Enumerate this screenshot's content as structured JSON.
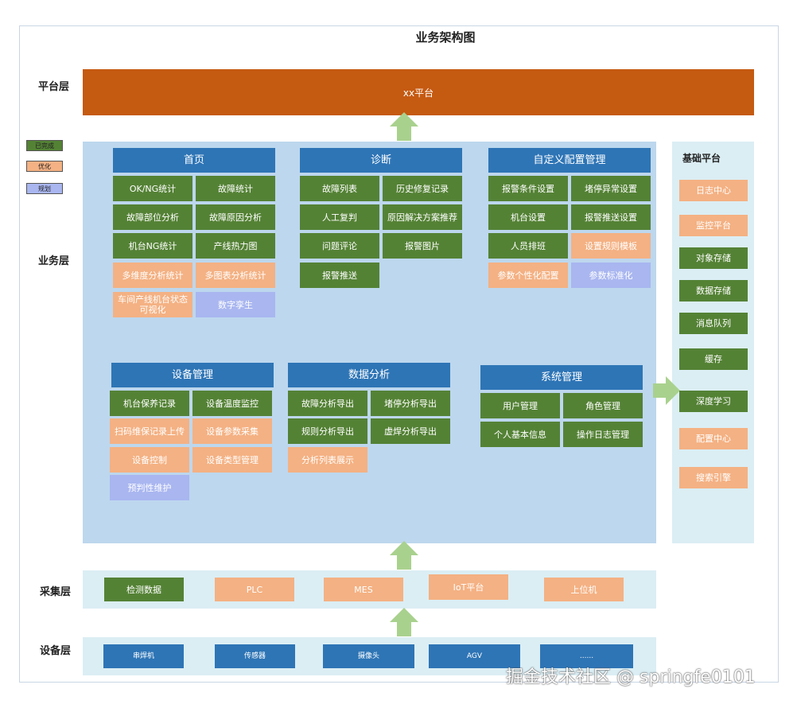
{
  "title": "业务架构图",
  "layers": {
    "platform": "平台层",
    "business": "业务层",
    "collection": "采集层",
    "device": "设备层"
  },
  "platform_bar": "xx平台",
  "legend": [
    "已完成",
    "优化",
    "规划"
  ],
  "modules": {
    "home": {
      "title": "首页",
      "items": [
        "OK/NG统计",
        "故障统计",
        "故障部位分析",
        "故障原因分析",
        "机台NG统计",
        "产线热力图",
        "多维度分析统计",
        "多图表分析统计",
        "车间产线机台状态可视化",
        "数字孪生"
      ]
    },
    "diagnosis": {
      "title": "诊断",
      "items": [
        "故障列表",
        "历史修复记录",
        "人工复判",
        "原因解决方案推荐",
        "问题评论",
        "报警图片",
        "报警推送"
      ]
    },
    "custom_config": {
      "title": "自定义配置管理",
      "items": [
        "报警条件设置",
        "堵停异常设置",
        "机台设置",
        "报警推送设置",
        "人员排班",
        "设置规则模板",
        "参数个性化配置",
        "参数标准化"
      ]
    },
    "equipment": {
      "title": "设备管理",
      "items": [
        "机台保养记录",
        "设备温度监控",
        "扫码维保记录上传",
        "设备参数采集",
        "设备控制",
        "设备类型管理",
        "预判性维护"
      ]
    },
    "data_analysis": {
      "title": "数据分析",
      "items": [
        "故障分析导出",
        "堵停分析导出",
        "规则分析导出",
        "虚焊分析导出",
        "分析列表展示"
      ]
    },
    "system": {
      "title": "系统管理",
      "items": [
        "用户管理",
        "角色管理",
        "个人基本信息",
        "操作日志管理"
      ]
    }
  },
  "base_platform": {
    "title": "基础平台",
    "items": [
      "日志中心",
      "监控平台",
      "对象存储",
      "数据存储",
      "消息队列",
      "缓存",
      "深度学习",
      "配置中心",
      "搜索引擎"
    ]
  },
  "collection_items": [
    "检测数据",
    "PLC",
    "MES",
    "IoT平台",
    "上位机"
  ],
  "device_items": [
    "串焊机",
    "传感器",
    "摄像头",
    "AGV",
    "......"
  ],
  "watermark": "掘金技术社区 @ springfe0101",
  "colors": {
    "done": "#548235",
    "optimize": "#f4b183",
    "plan": "#a9b6f0",
    "header": "#2e75b6",
    "platform": "#c55a11",
    "business_bg": "#bdd7ee",
    "light_bg": "#dbeef4",
    "arrow": "#a9d18e"
  }
}
